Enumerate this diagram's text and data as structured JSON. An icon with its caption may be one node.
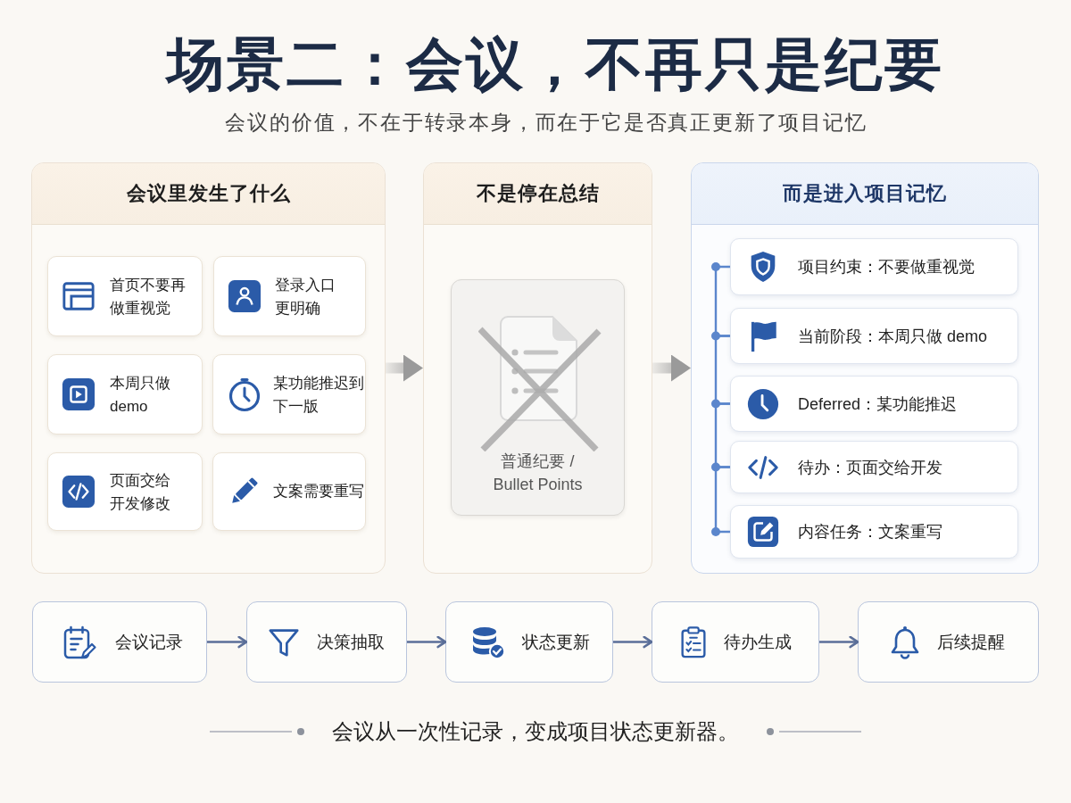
{
  "diagram": {
    "title": "场景二：会议，不再只是纪要",
    "caption": "会议从一次性记录，变成项目状态更新器。",
    "nodes": [
      {
        "text": [
          "会议里发生了什么"
        ]
      },
      {
        "text": [
          "首页不要再做重视觉"
        ],
        "in": 0
      },
      {
        "text": [
          "登录入口更明确"
        ],
        "in": 0
      },
      {
        "text": [
          "本周只做 demo"
        ],
        "in": 0
      },
      {
        "text": [
          "某功能推迟到下一版"
        ],
        "in": 0
      },
      {
        "text": [
          "页面交给开发修改"
        ],
        "in": 0
      },
      {
        "text": [
          "文案需要重写"
        ],
        "in": 0
      },
      {
        "text": [
          "不是停在总结"
        ]
      },
      {
        "text": [
          "普通纪要 / Bullet Points"
        ],
        "in": 7
      },
      {
        "text": [
          "而是进入项目记忆"
        ]
      },
      {
        "text": [
          "项目约束：不要做重视觉"
        ],
        "in": 9
      },
      {
        "text": [
          "当前阶段：本周只做 demo"
        ],
        "in": 9
      },
      {
        "text": [
          "Deferred：某功能推迟"
        ],
        "in": 9
      },
      {
        "text": [
          "待办：页面交给开发"
        ],
        "in": 9
      },
      {
        "text": [
          "内容任务：文案重写"
        ],
        "in": 9
      },
      {
        "text": [
          "会议记录"
        ]
      },
      {
        "text": [
          "决策抽取"
        ]
      },
      {
        "text": [
          "状态更新"
        ]
      },
      {
        "text": [
          "待办生成"
        ]
      },
      {
        "text": [
          "后续提醒"
        ]
      }
    ],
    "edges": [
      {
        "from": 0,
        "to": 7,
        "arrow": "to",
        "style": "thick",
        "color": "#9a9a9a"
      },
      {
        "from": 7,
        "to": 9,
        "arrow": "to",
        "style": "thick",
        "color": "#9a9a9a"
      },
      {
        "from": 10,
        "to": 11,
        "arrow": "none",
        "color": "#5b86cc"
      },
      {
        "from": 11,
        "to": 12,
        "arrow": "none",
        "color": "#5b86cc"
      },
      {
        "from": 12,
        "to": 13,
        "arrow": "none",
        "color": "#5b86cc"
      },
      {
        "from": 13,
        "to": 14,
        "arrow": "none",
        "color": "#5b86cc"
      },
      {
        "from": 15,
        "to": 16,
        "arrow": "to"
      },
      {
        "from": 16,
        "to": 17,
        "arrow": "to"
      },
      {
        "from": 17,
        "to": 18,
        "arrow": "to"
      },
      {
        "from": 18,
        "to": 19,
        "arrow": "to"
      }
    ],
    "labels": [
      "会议的价值，不在于转录本身，而在于它是否真正更新了项目记忆"
    ]
  }
}
